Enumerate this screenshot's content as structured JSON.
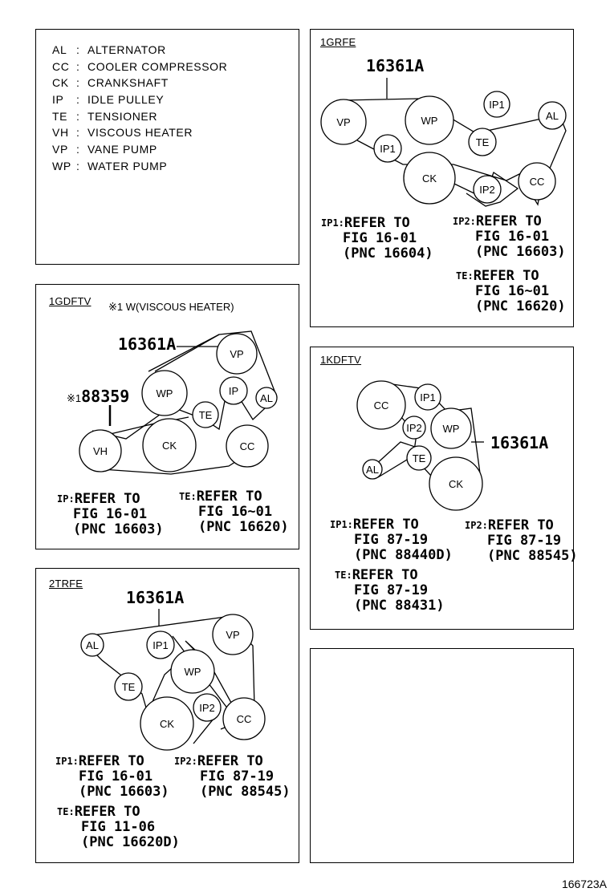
{
  "legend": [
    {
      "code": "AL",
      "sep": ":",
      "name": "ALTERNATOR"
    },
    {
      "code": "CC",
      "sep": ":",
      "name": "COOLER COMPRESSOR"
    },
    {
      "code": "CK",
      "sep": ":",
      "name": "CRANKSHAFT"
    },
    {
      "code": "IP",
      "sep": ":",
      "name": "IDLE PULLEY"
    },
    {
      "code": "TE",
      "sep": ":",
      "name": "TENSIONER"
    },
    {
      "code": "VH",
      "sep": ":",
      "name": "VISCOUS HEATER"
    },
    {
      "code": "VP",
      "sep": ":",
      "name": "VANE PUMP"
    },
    {
      "code": "WP",
      "sep": ":",
      "name": "WATER PUMP"
    }
  ],
  "engines": {
    "grfe1": {
      "title": "1GRFE",
      "part": "16361A",
      "pulleys": {
        "vp": "VP",
        "wp": "WP",
        "ip1": "IP1",
        "al": "AL",
        "te": "TE",
        "ip1b": "IP1",
        "ck": "CK",
        "ip2": "IP2",
        "cc": "CC"
      },
      "notes": {
        "ip1": {
          "label": "IP1:",
          "line1": "REFER TO",
          "line2": "FIG 16-01",
          "line3": "(PNC 16604)"
        },
        "ip2": {
          "label": "IP2:",
          "line1": "REFER TO",
          "line2": "FIG 16-01",
          "line3": "(PNC 16603)"
        },
        "te": {
          "label": "TE:",
          "line1": "REFER TO",
          "line2": "FIG 16~01",
          "line3": "(PNC 16620)"
        }
      }
    },
    "gdftv1": {
      "title": "1GDFTV",
      "subtitle": "※1 W(VISCOUS HEATER)",
      "part": "16361A",
      "part2_mark": "※1",
      "part2": "88359",
      "pulleys": {
        "vp": "VP",
        "wp": "WP",
        "ip": "IP",
        "al": "AL",
        "te": "TE",
        "vh": "VH",
        "ck": "CK",
        "cc": "CC"
      },
      "notes": {
        "ip": {
          "label": "IP:",
          "line1": "REFER TO",
          "line2": "FIG 16-01",
          "line3": "(PNC 16603)"
        },
        "te": {
          "label": "TE:",
          "line1": "REFER TO",
          "line2": "FIG 16~01",
          "line3": "(PNC 16620)"
        }
      }
    },
    "kdftv1": {
      "title": "1KDFTV",
      "part": "16361A",
      "pulleys": {
        "cc": "CC",
        "ip1": "IP1",
        "ip2": "IP2",
        "wp": "WP",
        "al": "AL",
        "te": "TE",
        "ck": "CK"
      },
      "notes": {
        "ip1": {
          "label": "IP1:",
          "line1": "REFER TO",
          "line2": "FIG 87-19",
          "line3": "(PNC 88440D)"
        },
        "ip2": {
          "label": "IP2:",
          "line1": "REFER TO",
          "line2": "FIG 87-19",
          "line3": "(PNC 88545)"
        },
        "te": {
          "label": "TE:",
          "line1": "REFER TO",
          "line2": "FIG 87-19",
          "line3": "(PNC 88431)"
        }
      }
    },
    "trfe2": {
      "title": "2TRFE",
      "part": "16361A",
      "pulleys": {
        "al": "AL",
        "ip1": "IP1",
        "vp": "VP",
        "wp": "WP",
        "te": "TE",
        "ip2": "IP2",
        "cc": "CC",
        "ck": "CK"
      },
      "notes": {
        "ip1": {
          "label": "IP1:",
          "line1": "REFER TO",
          "line2": "FIG 16-01",
          "line3": "(PNC 16603)"
        },
        "ip2": {
          "label": "IP2:",
          "line1": "REFER TO",
          "line2": "FIG 87-19",
          "line3": "(PNC 88545)"
        },
        "te": {
          "label": "TE:",
          "line1": "REFER TO",
          "line2": "FIG 11-06",
          "line3": "(PNC 16620D)"
        }
      }
    }
  },
  "footer": "166723A"
}
